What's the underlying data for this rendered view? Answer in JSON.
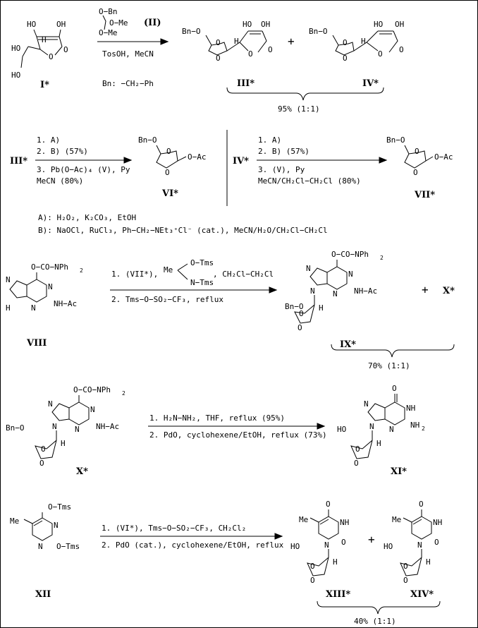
{
  "compounds": {
    "I": "I*",
    "II": "(II)",
    "III": "III*",
    "IV": "IV*",
    "VI": "VI*",
    "VII": "VII*",
    "VIII": "VIII",
    "IX": "IX*",
    "X": "X*",
    "XI": "XI*",
    "XII": "XII",
    "XIII": "XIII*",
    "XIV": "XIV*"
  },
  "atoms": {
    "HO": "HO",
    "OH": "OH",
    "O": "O",
    "H": "H",
    "Me": "Me",
    "N": "N",
    "NH": "NH",
    "OBn": "O−Bn",
    "OMe": "O−Me",
    "BnO": "Bn−O",
    "OAc": "O−Ac",
    "NHAc": "NH−Ac",
    "OCONPh2": "O−CO−NPh",
    "two": "2",
    "NH2": "NH",
    "OTms": "O−Tms",
    "NTms": "N−Tms",
    "plus": "+"
  },
  "step1": {
    "reagents": "TosOH, MeCN",
    "bn_def": "Bn: −CH₂−Ph",
    "yield": "95% (1:1)"
  },
  "step2": {
    "left": [
      "1. A)",
      "2. B) (57%)",
      "3. Pb(O−Ac)₄ (V), Py",
      "MeCN (80%)"
    ],
    "right": [
      "1. A)",
      "2. B) (57%)",
      "3. (V), Py",
      "MeCN/CH₂Cl−CH₂Cl (80%)"
    ],
    "footnote_a": "A): H₂O₂, K₂CO₃, EtOH",
    "footnote_b": "B): NaOCl, RuCl₃, Ph−CH₂−NEt₃⁺Cl⁻ (cat.),  MeCN/H₂O/CH₂Cl−CH₂Cl"
  },
  "step3": {
    "line1_a": "1. (VII*),",
    "line1_b": ", CH₂Cl−CH₂Cl",
    "reagent_me": "Me",
    "line2": "2. Tms−O−SO₂−CF₃, reflux",
    "yield": "70% (1:1)"
  },
  "step4": {
    "line1": "1. H₂N−NH₂, THF, reflux (95%)",
    "line2": "2. PdO, cyclohexene/EtOH, reflux (73%)"
  },
  "step5": {
    "line1": "1. (VI*), Tms−O−SO₂−CF₃, CH₂Cl₂",
    "line2": "2. PdO (cat.), cyclohexene/EtOH, reflux",
    "yield": "40% (1:1)"
  }
}
